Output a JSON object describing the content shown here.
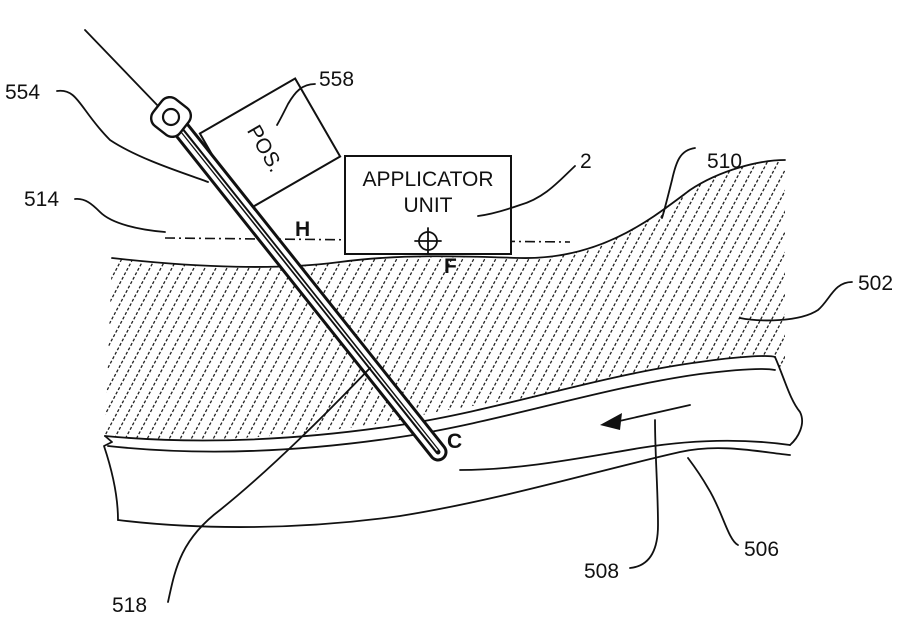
{
  "labels": {
    "l554": "554",
    "l558": "558",
    "l2": "2",
    "l510": "510",
    "l514": "514",
    "l502": "502",
    "l518": "518",
    "l508": "508",
    "l506": "506"
  },
  "points": {
    "h": "H",
    "f": "F",
    "c": "C"
  },
  "applicator": {
    "line1": "APPLICATOR",
    "line2": "UNIT"
  },
  "position_sensor": {
    "text": "POS."
  }
}
